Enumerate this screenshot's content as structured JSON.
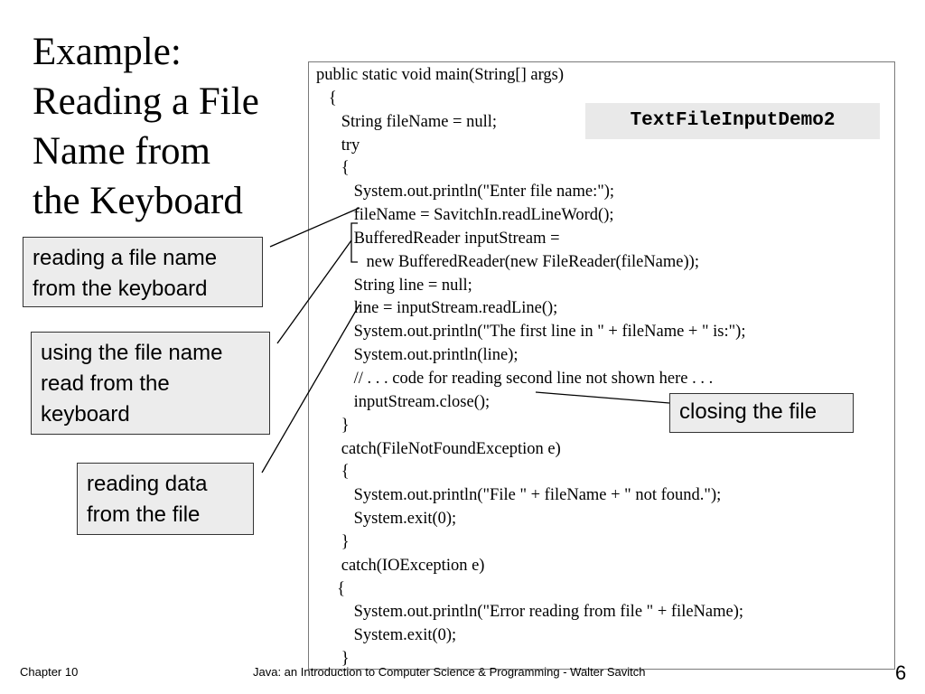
{
  "title": {
    "lines": [
      "Example:",
      "Reading a File",
      "Name from",
      "the Keyboard"
    ]
  },
  "code_lines": [
    "public static void main(String[] args)",
    "   {",
    "      String fileName = null;",
    "      try",
    "      {",
    "         System.out.println(\"Enter file name:\");",
    "         fileName = SavitchIn.readLineWord();",
    "         BufferedReader inputStream =",
    "            new BufferedReader(new FileReader(fileName));",
    "         String line = null;",
    "         line = inputStream.readLine();",
    "         System.out.println(\"The first line in \" + fileName + \" is:\");",
    "         System.out.println(line);",
    "         // . . . code for reading second line not shown here . . .",
    "         inputStream.close();",
    "      }",
    "      catch(FileNotFoundException e)",
    "      {",
    "         System.out.println(\"File \" + fileName + \" not found.\");",
    "         System.exit(0);",
    "      }",
    "      catch(IOException e)",
    "     {",
    "         System.out.println(\"Error reading from file \" + fileName);",
    "         System.exit(0);",
    "      }",
    "   }"
  ],
  "code_tag": "TextFileInputDemo2",
  "callouts": {
    "reading_file_name": [
      "reading a file name",
      "from the keyboard"
    ],
    "using_file_name": [
      "using the file name",
      "read from the",
      "keyboard"
    ],
    "reading_data": [
      "reading data",
      "from the file"
    ],
    "closing_file": [
      "closing the file"
    ]
  },
  "footer": {
    "left": "Chapter 10",
    "center": "Java: an Introduction to Computer Science & Programming - Walter Savitch",
    "page_number": "6"
  },
  "colors": {
    "callout_fill": "#ececec",
    "tag_fill": "#e9e9e9",
    "code_border": "#7a7a7a"
  }
}
